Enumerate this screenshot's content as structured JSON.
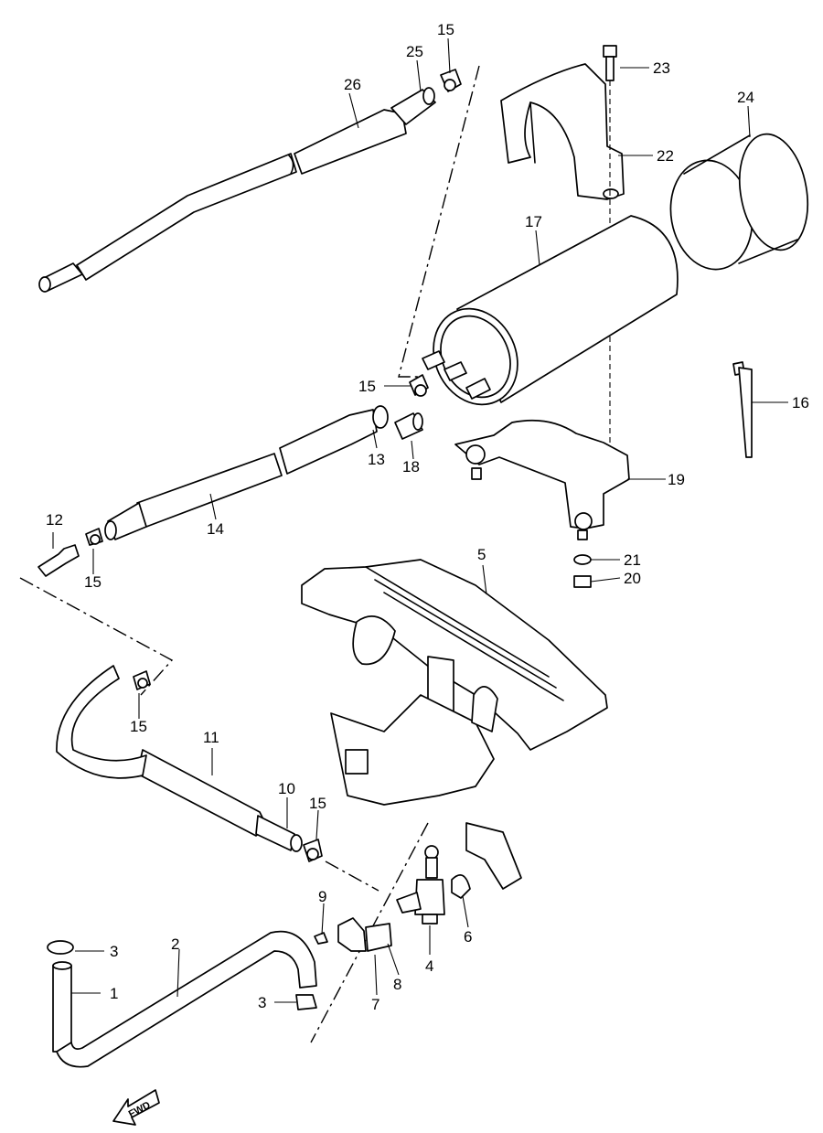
{
  "direction_label": "FWD",
  "callouts": [
    {
      "id": "c1",
      "text": "1"
    },
    {
      "id": "c2",
      "text": "2"
    },
    {
      "id": "c3a",
      "text": "3"
    },
    {
      "id": "c3b",
      "text": "3"
    },
    {
      "id": "c4",
      "text": "4"
    },
    {
      "id": "c5",
      "text": "5"
    },
    {
      "id": "c6",
      "text": "6"
    },
    {
      "id": "c7",
      "text": "7"
    },
    {
      "id": "c8",
      "text": "8"
    },
    {
      "id": "c9",
      "text": "9"
    },
    {
      "id": "c10",
      "text": "10"
    },
    {
      "id": "c11",
      "text": "11"
    },
    {
      "id": "c12",
      "text": "12"
    },
    {
      "id": "c13",
      "text": "13"
    },
    {
      "id": "c14",
      "text": "14"
    },
    {
      "id": "c15a",
      "text": "15"
    },
    {
      "id": "c15b",
      "text": "15"
    },
    {
      "id": "c15c",
      "text": "15"
    },
    {
      "id": "c15d",
      "text": "15"
    },
    {
      "id": "c15e",
      "text": "15"
    },
    {
      "id": "c16",
      "text": "16"
    },
    {
      "id": "c17",
      "text": "17"
    },
    {
      "id": "c18",
      "text": "18"
    },
    {
      "id": "c19",
      "text": "19"
    },
    {
      "id": "c20",
      "text": "20"
    },
    {
      "id": "c21",
      "text": "21"
    },
    {
      "id": "c22",
      "text": "22"
    },
    {
      "id": "c23",
      "text": "23"
    },
    {
      "id": "c24",
      "text": "24"
    },
    {
      "id": "c25",
      "text": "25"
    },
    {
      "id": "c26",
      "text": "26"
    }
  ]
}
